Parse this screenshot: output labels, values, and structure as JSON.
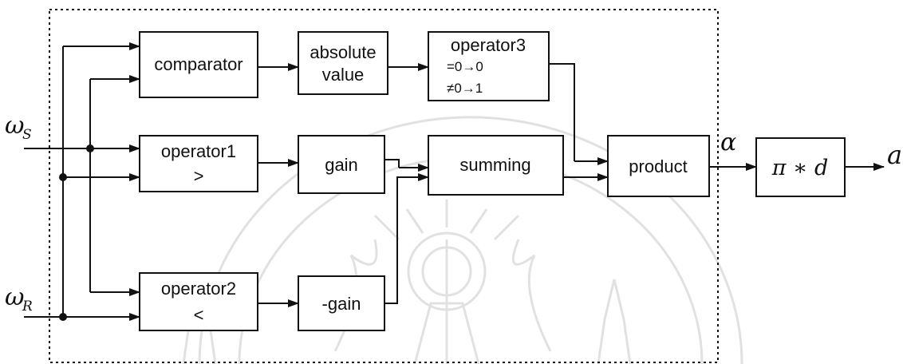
{
  "blocks": {
    "comparator": "comparator",
    "absolute_value": [
      "absolute",
      "value"
    ],
    "operator3": {
      "title": "operator3",
      "rule1": "=0→0",
      "rule2": "≠0→1"
    },
    "operator1": {
      "title": "operator1",
      "sign": ">"
    },
    "gain": "gain",
    "summing": "summing",
    "product": "product",
    "operator2": {
      "title": "operator2",
      "sign": "<"
    },
    "neg_gain": "-gain",
    "pi_d": "π ∗ d"
  },
  "signals": {
    "input_s": "ω",
    "input_s_sub": "S",
    "input_r": "ω",
    "input_r_sub": "R",
    "alpha": "α",
    "output": "a"
  }
}
